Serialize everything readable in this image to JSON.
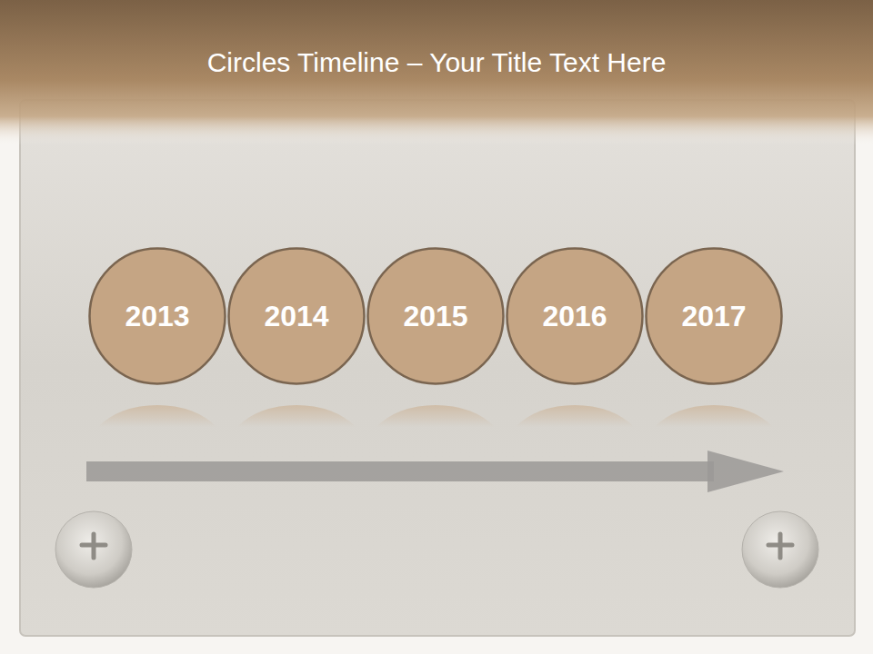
{
  "diagram": {
    "title": "Circles Timeline – Your Title Text Here",
    "nodes": [
      {
        "text": [
          "2013"
        ]
      },
      {
        "text": [
          "2014"
        ]
      },
      {
        "text": [
          "2015"
        ]
      },
      {
        "text": [
          "2016"
        ]
      },
      {
        "text": [
          "2017"
        ]
      }
    ]
  }
}
